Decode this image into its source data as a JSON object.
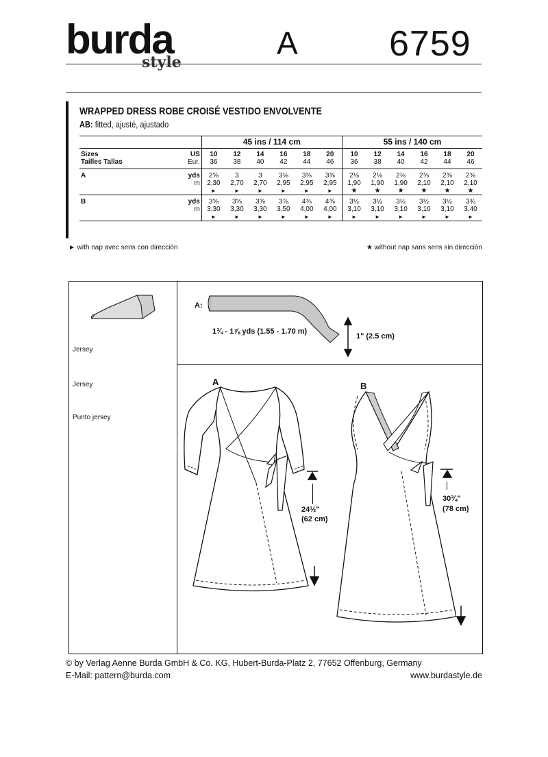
{
  "header": {
    "brand": "burda",
    "brand_sub": "style",
    "view_letter": "A",
    "pattern_number": "6759"
  },
  "titles": {
    "main": "WRAPPED DRESS   ROBE CROISÉ   VESTIDO ENVOLVENTE",
    "fit_label": "AB:",
    "fit_text": " fitted, ajusté, ajustado"
  },
  "table": {
    "width_45": "45 ins / 114 cm",
    "width_55": "55 ins / 140 cm",
    "sizes_label": "Sizes",
    "sizes_label2": "Tailles  Tallas",
    "us_label": "US",
    "eur_label": "Eur.",
    "us_sizes": [
      "10",
      "12",
      "14",
      "16",
      "18",
      "20"
    ],
    "eur_sizes": [
      "36",
      "38",
      "40",
      "42",
      "44",
      "46"
    ],
    "row_a_label": "A",
    "row_b_label": "B",
    "yds_label": "yds",
    "m_label": "m",
    "a_yds_45": [
      "2⅝",
      "3",
      "3",
      "3⅛",
      "3⅜",
      "3⅜"
    ],
    "a_m_45": [
      "2,30",
      "2,70",
      "2,70",
      "2,95",
      "2,95",
      "2,95"
    ],
    "a_yds_55": [
      "2⅛",
      "2⅛",
      "2⅛",
      "2⅜",
      "2⅜",
      "2⅜"
    ],
    "a_m_55": [
      "1,90",
      "1,90",
      "1,90",
      "2,10",
      "2,10",
      "2,10"
    ],
    "b_yds_45": [
      "3⅝",
      "3⅝",
      "3⅝",
      "3⅞",
      "4⅜",
      "4⅜"
    ],
    "b_m_45": [
      "3,30",
      "3,30",
      "3,30",
      "3,50",
      "4,00",
      "4,00"
    ],
    "b_yds_55": [
      "3½",
      "3½",
      "3½",
      "3½",
      "3½",
      "3¾"
    ],
    "b_m_55": [
      "3,10",
      "3,10",
      "3,10",
      "3,10",
      "3,10",
      "3,40"
    ]
  },
  "legend": {
    "with_nap": "►  with nap   avec sens   con dirección",
    "without_nap": "★  without nap   sans sens   sin dirección"
  },
  "fabrics": [
    "Jersey",
    "Jersey",
    "Punto jersey"
  ],
  "notions": {
    "label": "A:",
    "tape_length": "1¾ - 1⅞ yds (1.55 - 1.70 m)",
    "tape_width": "1\" (2.5 cm)"
  },
  "views": {
    "a_label": "A",
    "b_label": "B",
    "a_measure_in": "24½\"",
    "a_measure_cm": "(62 cm)",
    "b_measure_in": "30¾\"",
    "b_measure_cm": "(78 cm)"
  },
  "footer": {
    "copyright": "© by Verlag Aenne Burda GmbH & Co. KG, Hubert-Burda-Platz 2, 77652 Offenburg, Germany",
    "email": "E-Mail: pattern@burda.com",
    "website": "www.burdastyle.de"
  }
}
